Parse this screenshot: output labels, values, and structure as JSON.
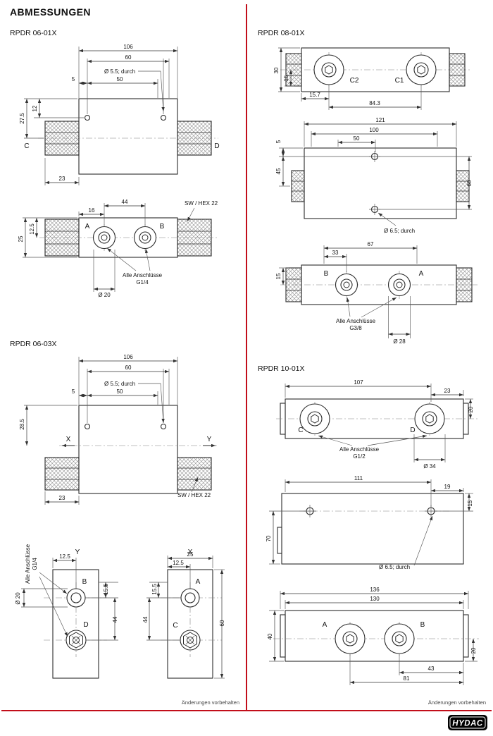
{
  "page": {
    "title": "ABMESSUNGEN",
    "footer_note_left": "Änderungen vorbehalten",
    "footer_note_right": "Änderungen vorbehalten",
    "brand": "HYDAC",
    "accent_color": "#c20e1a"
  },
  "s1": {
    "label": "RPDR 06-01X",
    "top": {
      "w106": "106",
      "w60": "60",
      "hole": "Ø 5.5; durch",
      "w5": "5",
      "w50": "50",
      "h12": "12",
      "h27_5": "27.5",
      "portC": "C",
      "portD": "D",
      "w23": "23"
    },
    "front": {
      "w44": "44",
      "w16": "16",
      "hex": "SW / HEX 22",
      "h25": "25",
      "h12_5": "12.5",
      "portA": "A",
      "portB": "B",
      "conn1": "Alle Anschlüsse",
      "conn2": "G1/4",
      "d20": "Ø 20"
    }
  },
  "s2": {
    "label": "RPDR 06-03X",
    "top": {
      "w106": "106",
      "w60": "60",
      "hole": "Ø 5.5; durch",
      "w5": "5",
      "w50": "50",
      "h28_5": "28.5",
      "secX": "X",
      "secY": "Y",
      "w23": "23",
      "hex": "SW / HEX 22"
    },
    "ends": {
      "viewY": "Y",
      "viewX": "X",
      "conn1": "Alle Anschlüsse",
      "conn2": "G1/4",
      "w12_5y": "12.5",
      "w25": "25",
      "w12_5x": "12.5",
      "portB": "B",
      "portD": "D",
      "portA": "A",
      "portC": "C",
      "d20": "Ø 20",
      "h15_5y": "15.5",
      "h44y": "44",
      "h15_5x": "15.5",
      "h44x": "44",
      "h60": "60"
    }
  },
  "s3": {
    "label": "RPDR 08-01X",
    "top": {
      "h30": "30",
      "h15": "15",
      "c2": "C2",
      "c1": "C1",
      "w15_7": "15.7",
      "w84_3": "84.3"
    },
    "plan": {
      "w121": "121",
      "w100": "100",
      "w50": "50",
      "h5": "5",
      "h45": "45",
      "h60": "60",
      "hole": "Ø 6.5; durch"
    },
    "front": {
      "w67": "67",
      "w33": "33",
      "portB": "B",
      "portA": "A",
      "h15": "15",
      "conn1": "Alle Anschlüsse",
      "conn2": "G3/8",
      "d28": "Ø 28"
    }
  },
  "s4": {
    "label": "RPDR 10-01X",
    "front1": {
      "w107": "107",
      "w23": "23",
      "portC": "C",
      "portD": "D",
      "h20": "20",
      "conn1": "Alle Anschlüsse",
      "conn2": "G1/2",
      "d34": "Ø 34"
    },
    "plan": {
      "w111": "111",
      "w19": "19",
      "h15": "15",
      "h70": "70",
      "hole": "Ø 6.5; durch"
    },
    "front2": {
      "w136": "136",
      "w130": "130",
      "portA": "A",
      "portB": "B",
      "h40": "40",
      "h20": "20",
      "w43": "43",
      "w81": "81"
    }
  }
}
